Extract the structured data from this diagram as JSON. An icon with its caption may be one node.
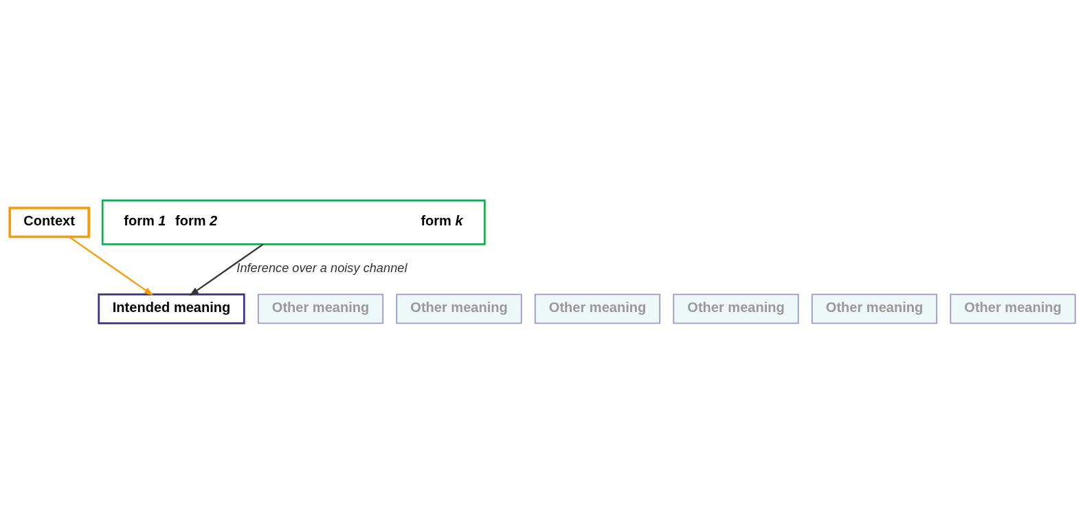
{
  "diagram": {
    "nodes": [
      {
        "text": [
          "Context"
        ]
      },
      {
        "text": [
          "form 1",
          "form 2",
          "form k"
        ]
      },
      {
        "text": [
          "Intended meaning"
        ]
      },
      {
        "text": [
          "Other meaning"
        ]
      },
      {
        "text": [
          "Other meaning"
        ]
      },
      {
        "text": [
          "Other meaning"
        ]
      },
      {
        "text": [
          "Other meaning"
        ]
      },
      {
        "text": [
          "Other meaning"
        ]
      },
      {
        "text": [
          "Other meaning"
        ]
      }
    ],
    "edges": [
      {
        "from": 1,
        "to": 2,
        "arrow": "to",
        "label": "Inference over a noisy channel",
        "color": "#333333"
      },
      {
        "from": 0,
        "to": 2,
        "arrow": "to",
        "color": "#ff9900"
      }
    ]
  }
}
